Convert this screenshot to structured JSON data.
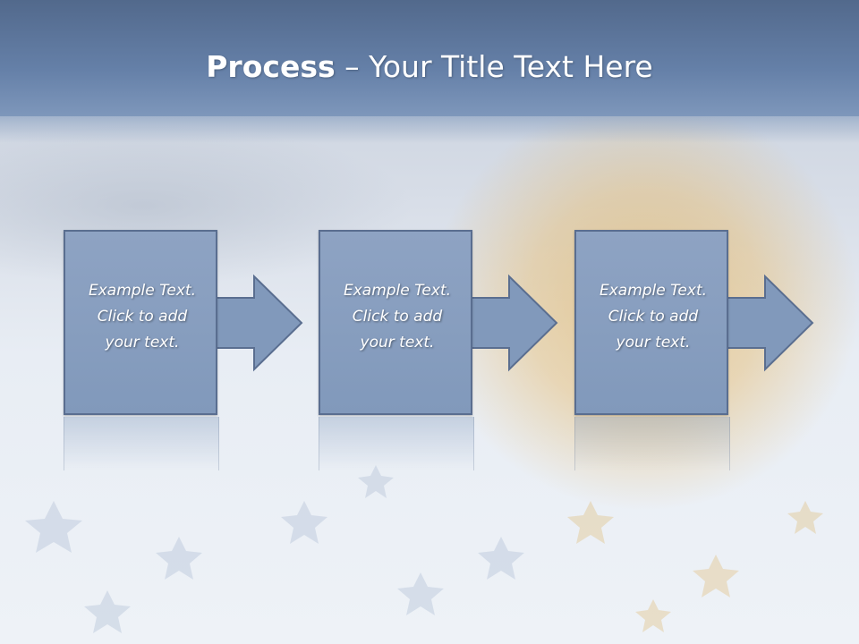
{
  "slide": {
    "title_bold": "Process",
    "title_rest": " – Your Title Text Here"
  },
  "steps": [
    {
      "line1": "Example Text.",
      "line2": "Click  to add",
      "line3": "your text."
    },
    {
      "line1": "Example Text.",
      "line2": "Click  to add",
      "line3": "your text."
    },
    {
      "line1": "Example Text.",
      "line2": "Click  to add",
      "line3": "your text."
    }
  ],
  "colors": {
    "title_band": "#6580a8",
    "box_fill": "#8199bb",
    "box_border": "#5a6e90",
    "text": "#ffffff"
  },
  "icons": {
    "connector": "right-arrow-icon"
  }
}
